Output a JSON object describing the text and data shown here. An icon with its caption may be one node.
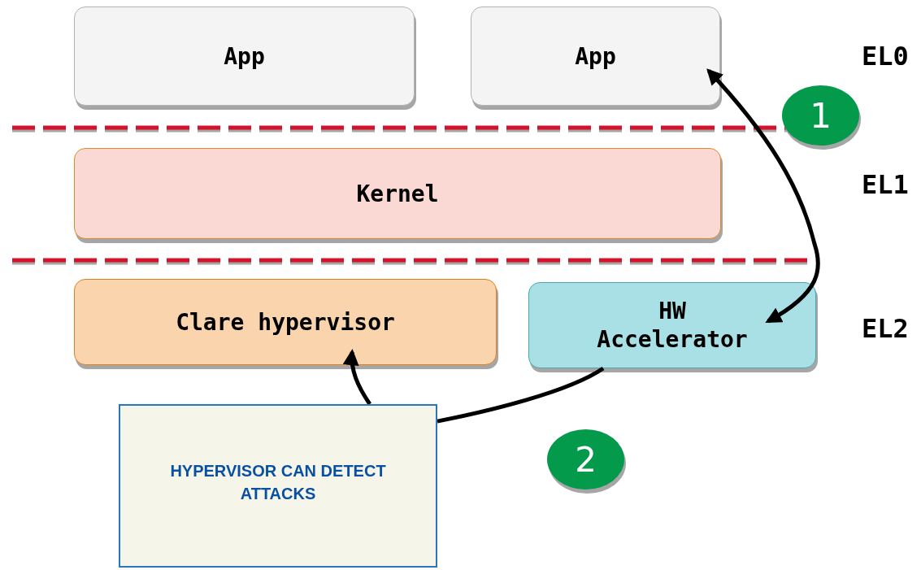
{
  "diagram": {
    "nodes": [
      {
        "text": [
          "App"
        ]
      },
      {
        "text": [
          "App"
        ]
      },
      {
        "text": [
          "Kernel"
        ]
      },
      {
        "text": [
          "Clare hypervisor"
        ]
      },
      {
        "text": [
          "HW Accelerator"
        ]
      },
      {
        "text": [
          "HYPERVISOR CAN DETECT ATTACKS"
        ]
      },
      {
        "text": [
          "1"
        ]
      },
      {
        "text": [
          "2"
        ]
      }
    ],
    "edges": [
      {
        "from": 4,
        "to": 1,
        "arrow": "both"
      },
      {
        "from": 4,
        "to": 5,
        "arrow": "none"
      },
      {
        "from": 5,
        "to": 3,
        "arrow": "to"
      }
    ],
    "labels": [
      "EL0",
      "EL1",
      "EL2"
    ]
  }
}
